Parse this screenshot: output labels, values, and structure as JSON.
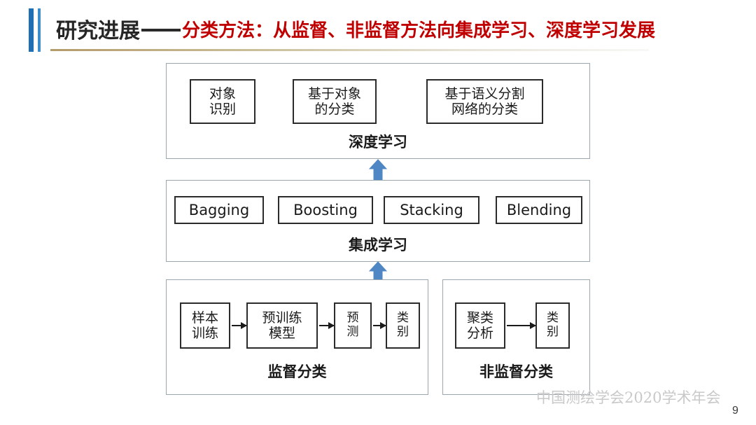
{
  "slide": {
    "title_main": "研究进展",
    "title_sub": "分类方法：从监督、非监督方法向集成学习、深度学习发展",
    "accent_color": "#2E75B6",
    "title_color": "#262626",
    "subtitle_color": "#C00000",
    "page_number": "9",
    "watermark": "中国测绘学会2020学术年会"
  },
  "diagram": {
    "groups": [
      {
        "id": "deep-learning",
        "label": "深度学习",
        "nodes": [
          {
            "text": "对象\n识别"
          },
          {
            "text": "基于对象\n的分类"
          },
          {
            "text": "基于语义分割\n网络的分类"
          }
        ]
      },
      {
        "id": "ensemble-learning",
        "label": "集成学习",
        "nodes": [
          {
            "text": "Bagging"
          },
          {
            "text": "Boosting"
          },
          {
            "text": "Stacking"
          },
          {
            "text": "Blending"
          }
        ]
      },
      {
        "id": "supervised-classification",
        "label": "监督分类",
        "nodes": [
          {
            "text": "样本\n训练"
          },
          {
            "text": "预训练\n模型"
          },
          {
            "text": "预\n测"
          },
          {
            "text": "类\n别"
          }
        ]
      },
      {
        "id": "unsupervised-classification",
        "label": "非监督分类",
        "nodes": [
          {
            "text": "聚类\n分析"
          },
          {
            "text": "类\n别"
          }
        ]
      }
    ],
    "arrows": {
      "up_arrow_color": "#4F87C4",
      "flow_arrow_color": "#1a1a1a"
    }
  }
}
